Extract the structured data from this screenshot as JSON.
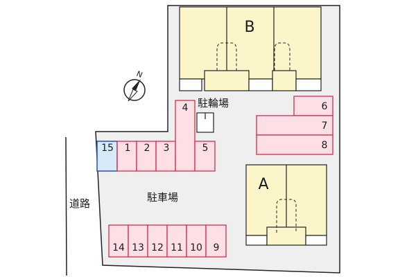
{
  "buildings": {
    "a": {
      "label": "A"
    },
    "b": {
      "label": "B"
    }
  },
  "areas": {
    "bicycle_parking": "駐輪場",
    "car_parking": "駐車場",
    "road": "道路"
  },
  "compass": {
    "north_label": "N"
  },
  "parking_spaces": {
    "top_row": [
      "15",
      "1",
      "2",
      "3",
      "4",
      "5"
    ],
    "right_column": [
      "6",
      "7",
      "8"
    ],
    "bottom_row": [
      "14",
      "13",
      "12",
      "11",
      "10",
      "9"
    ],
    "highlighted": "15"
  },
  "colors": {
    "lot_fill": "#efefef",
    "building_fill": "#fbf5c9",
    "space_fill": "#fde0e6",
    "space_border": "#d22d4c",
    "highlight_fill": "#d6eaf8",
    "highlight_border": "#2c4fb5",
    "outline": "#222222"
  }
}
